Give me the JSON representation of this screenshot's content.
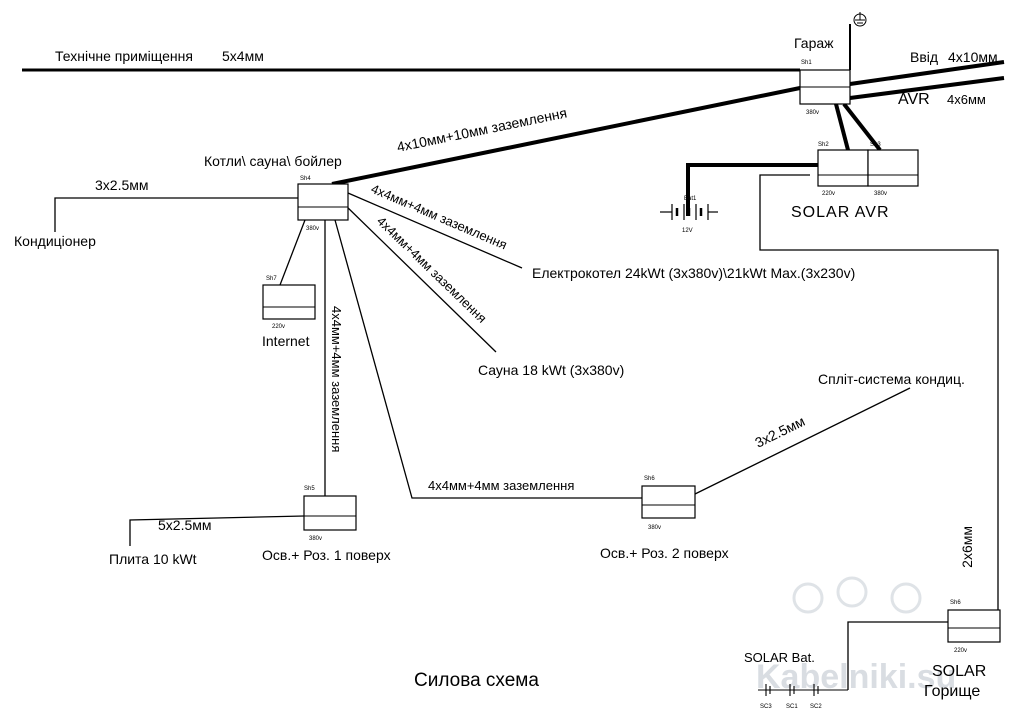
{
  "title": "Силова схема",
  "labels": {
    "tech_room": "Технічне приміщення",
    "tech_cable": "5х4мм",
    "garage": "Гараж",
    "input_label": "Ввід",
    "input_cable": "4х10мм",
    "avr_label": "AVR",
    "avr_cable": "4х6мм",
    "main_cable": "4х10мм+10мм заземлення",
    "boiler_room": "Котли\\ сауна\\ бойлер",
    "ac_cable": "3х2.5мм",
    "ac": "Кондиціонер",
    "boiler_cable": "4х4мм+4мм заземлення",
    "boiler": "Електрокотел  24kWt (3х380v)\\21kWt Max.(3х230v)",
    "sauna_cable": "4х4мм+4мм заземлення",
    "sauna": "Сауна 18 kWt (3х380v)",
    "internet": "Internet",
    "floor1_cable": "4х4мм+4мм заземлення",
    "stove_cable": "5х2.5мм",
    "stove": "Плита 10 kWt",
    "floor1": "Осв.+ Роз. 1 поверх",
    "floor2_cable": "4х4мм+4мм заземлення",
    "floor2": "Осв.+ Роз. 2 поверх",
    "split_cable": "3х2.5мм",
    "split": "Спліт-система кондиц.",
    "solar_avr": "SOLAR  AVR",
    "attic_cable": "2х6мм",
    "solar_bat": "SOLAR Bat.",
    "solar": "SOLAR",
    "attic": "Горище",
    "bat_name": "Bat1",
    "bat_voltage": "12V",
    "watermark": "Kabelniki.su"
  },
  "panels": {
    "sh1": {
      "name": "Sh1",
      "voltage": "380v"
    },
    "sh2": {
      "name": "Sh2",
      "voltage": "220v"
    },
    "sh3": {
      "name": "Sh3",
      "voltage": "380v"
    },
    "sh4": {
      "name": "Sh4",
      "voltage": "380v"
    },
    "sh5": {
      "name": "Sh5",
      "voltage": "380v"
    },
    "sh6a": {
      "name": "Sh6",
      "voltage": "380v"
    },
    "sh6b": {
      "name": "Sh6",
      "voltage": "220v"
    },
    "sh7": {
      "name": "Sh7",
      "voltage": "220v"
    }
  },
  "solar_cells": [
    "SC3",
    "SC1",
    "SC2"
  ]
}
